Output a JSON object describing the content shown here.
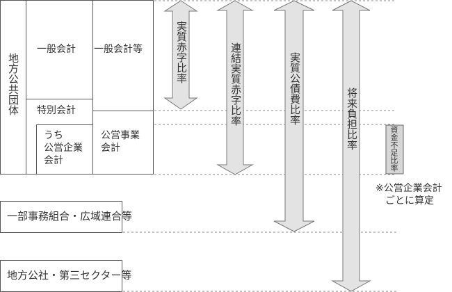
{
  "entities": {
    "local_gov": "地方公共団体",
    "general_account": "一般会計",
    "general_account_etc": "一般会計等",
    "special_account": "特別会計",
    "public_enterprise_within": [
      "うち",
      "公営企業",
      "会計"
    ],
    "public_business_account": [
      "公営事業",
      "会計"
    ],
    "partial_affairs_union": "一部事務組合・広域連合等",
    "local_public_corp": "地方公社・第三セクター等"
  },
  "ratios": [
    {
      "label": "実質赤字比率",
      "scope": "一般会計等"
    },
    {
      "label": "連結実質赤字比率",
      "scope": "地方公共団体全体"
    },
    {
      "label": "実質公債費比率",
      "scope": "一部事務組合・広域連合等まで"
    },
    {
      "label": "将来負担比率",
      "scope": "地方公社・第三セクター等まで"
    }
  ],
  "fund_shortage": {
    "label": "資金不足比率"
  },
  "note": [
    "※公営企業会計",
    "ごとに算定"
  ],
  "colors": {
    "arrow_fill": "#e3e3e3",
    "arrow_stroke": "#777777",
    "box_border": "#555555",
    "dash": "#888888"
  }
}
